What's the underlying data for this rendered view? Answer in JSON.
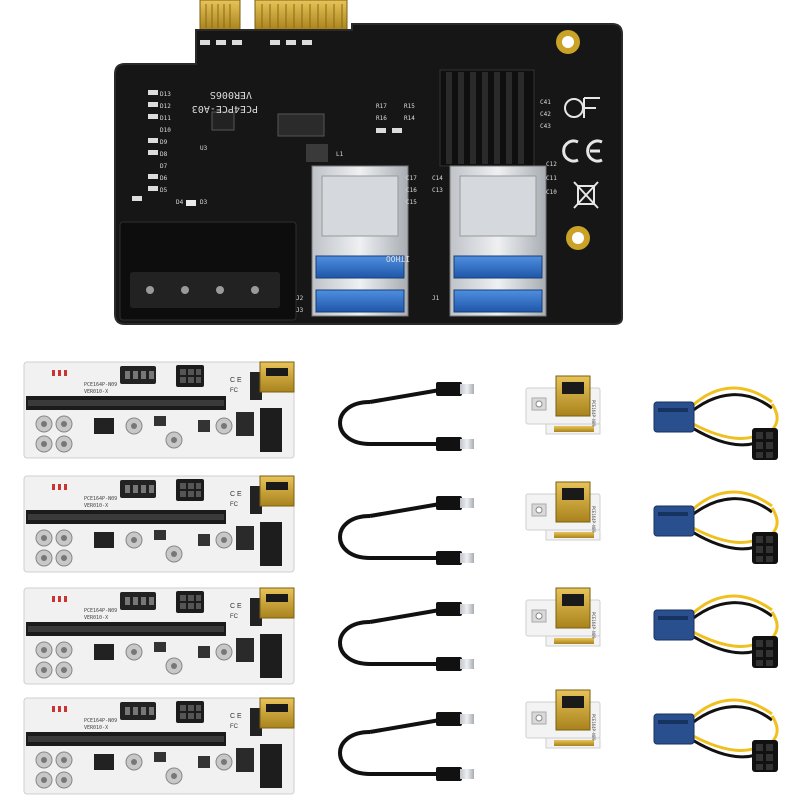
{
  "colors": {
    "pcb_black": "#161616",
    "pcb_white": "#f2f2f2",
    "gold": "#c9a227",
    "usb_blue": "#2d6fc4",
    "cable_black": "#111111",
    "wire_yellow": "#f0c020",
    "sata_blue": "#2a4f8e"
  },
  "adapter_card": {
    "model": "PCE4PCE-A03",
    "version": "VER006S",
    "port_label": "ITHOO",
    "silk_left": [
      "D13",
      "D12",
      "D11",
      "D10",
      "D9",
      "D8",
      "D7",
      "D6",
      "D5",
      "D4",
      "D3"
    ],
    "silk_misc": [
      "U3",
      "L1",
      "J1",
      "J2",
      "J3",
      "C17",
      "C16",
      "C15",
      "C14",
      "C13",
      "C12",
      "C11",
      "C10",
      "R17",
      "R16",
      "R15",
      "R14",
      "C41",
      "C42",
      "C43"
    ],
    "icons": [
      "fcc-icon",
      "ce-icon",
      "weee-bin-icon"
    ]
  },
  "riser_board": {
    "model": "PCE164P-N09",
    "version": "VER010-X"
  },
  "usb_riser": {
    "model": "PCE164P-N09"
  },
  "counts": {
    "riser_boards": 4,
    "usb_cables": 4,
    "usb_risers": 4,
    "power_cables": 4
  }
}
